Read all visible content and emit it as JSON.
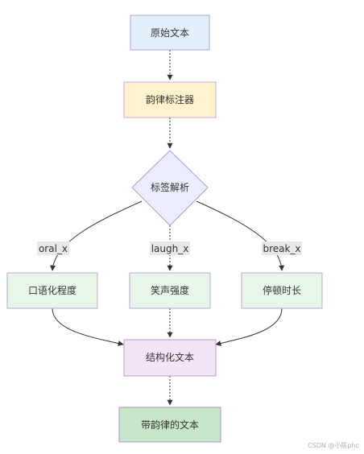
{
  "diagram": {
    "nodes": {
      "raw_text": "原始文本",
      "prosody_tagger": "韵律标注器",
      "tag_parse": "标签解析",
      "oral": "口语化程度",
      "laugh": "笑声强度",
      "pause": "停顿时长",
      "structured": "结构化文本",
      "output": "带韵律的文本"
    },
    "edge_labels": {
      "oral": "oral_x",
      "laugh": "laugh_x",
      "break": "break_x"
    },
    "colors": {
      "blue_fill": "#e3f0fc",
      "blue_stroke": "#a8a8d8",
      "yellow_fill": "#fff3cd",
      "yellow_stroke": "#c9a8d8",
      "diamond_fill": "#ececff",
      "diamond_stroke": "#a9a0e0",
      "green_fill": "#e8f5e9",
      "green_stroke": "#b8a8d0",
      "purple_fill": "#f3e5f5",
      "purple_stroke": "#b89ad0",
      "dark_green_fill": "#c8e6c9",
      "dark_green_stroke": "#a898c8"
    }
  },
  "watermark": "CSDN @小陈phc"
}
